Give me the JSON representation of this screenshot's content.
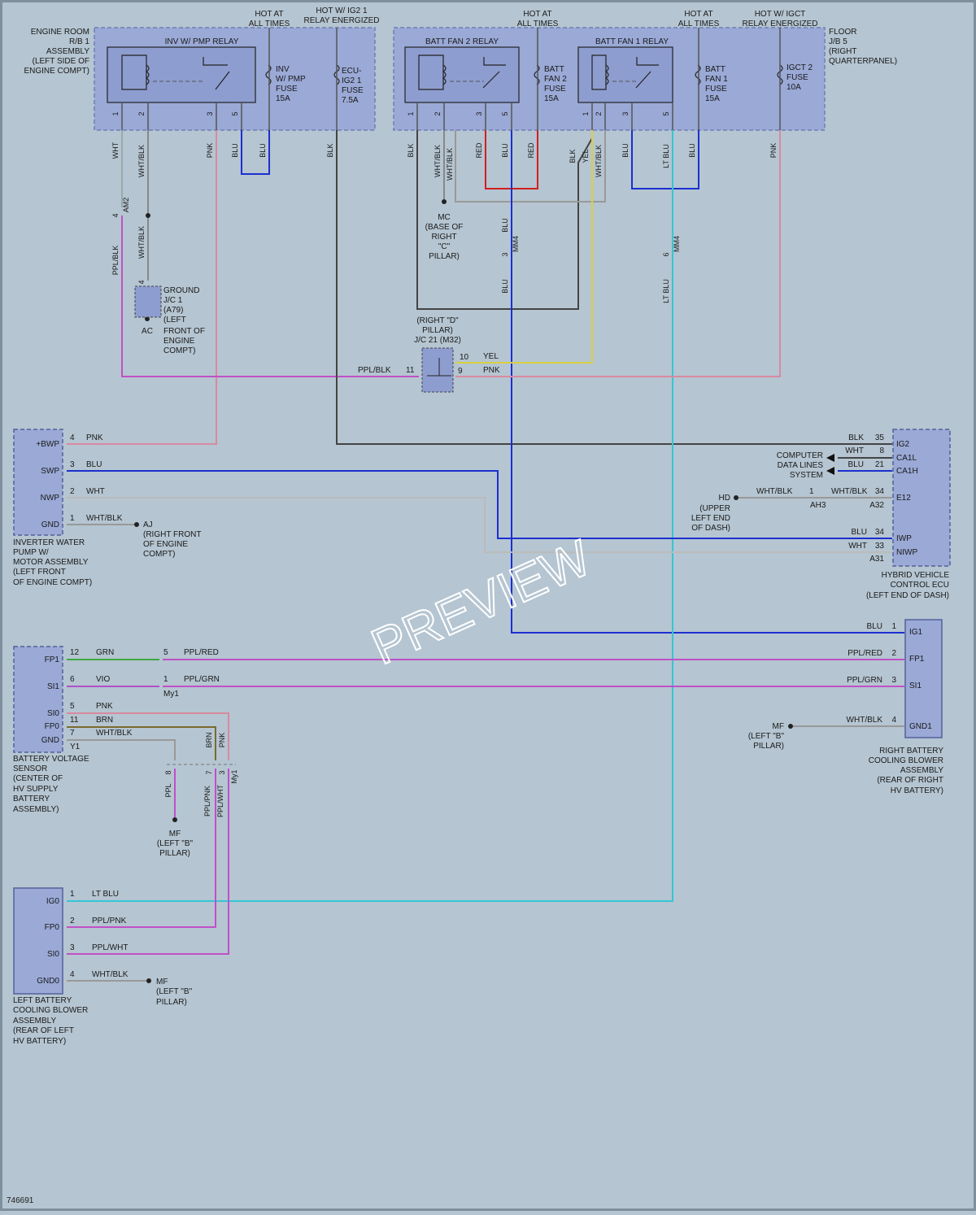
{
  "watermark": "PREVIEW",
  "figure_id": "746691",
  "labels": [
    [
      "ENGINE ROOM",
      110,
      42,
      "end"
    ],
    [
      "R/B 1",
      110,
      54,
      "end"
    ],
    [
      "ASSEMBLY",
      110,
      66,
      "end"
    ],
    [
      "(LEFT SIDE OF",
      110,
      78,
      "end"
    ],
    [
      "ENGINE COMPT)",
      110,
      90,
      "end"
    ],
    [
      "HOT AT",
      331,
      20,
      "middle"
    ],
    [
      "ALL TIMES",
      331,
      32,
      "middle"
    ],
    [
      "HOT W/ IG2 1",
      420,
      16,
      "middle"
    ],
    [
      "RELAY ENERGIZED",
      420,
      28,
      "middle"
    ],
    [
      "HOT AT",
      661,
      20,
      "middle"
    ],
    [
      "ALL TIMES",
      661,
      32,
      "middle"
    ],
    [
      "HOT AT",
      859,
      20,
      "middle"
    ],
    [
      "ALL TIMES",
      859,
      32,
      "middle"
    ],
    [
      "HOT W/ IGCT",
      959,
      20,
      "middle"
    ],
    [
      "RELAY ENERGIZED",
      959,
      32,
      "middle"
    ],
    [
      "FLOOR",
      1019,
      42,
      "start"
    ],
    [
      "J/B 5",
      1019,
      54,
      "start"
    ],
    [
      "(RIGHT",
      1019,
      66,
      "start"
    ],
    [
      "QUARTERPANEL)",
      1019,
      78,
      "start"
    ],
    [
      "INV W/ PMP RELAY",
      248,
      54,
      "middle"
    ],
    [
      "BATT FAN 2 RELAY",
      568,
      54,
      "middle"
    ],
    [
      "BATT FAN 1 RELAY",
      777,
      54,
      "middle"
    ],
    [
      "INV",
      339,
      88,
      "start"
    ],
    [
      "W/ PMP",
      339,
      100,
      "start"
    ],
    [
      "FUSE",
      339,
      112,
      "start"
    ],
    [
      "15A",
      339,
      124,
      "start"
    ],
    [
      "ECU-",
      420,
      90,
      "start"
    ],
    [
      "IG2 1",
      420,
      102,
      "start"
    ],
    [
      "FUSE",
      420,
      114,
      "start"
    ],
    [
      "7.5A",
      420,
      126,
      "start"
    ],
    [
      "BATT",
      669,
      88,
      "start"
    ],
    [
      "FAN 2",
      669,
      100,
      "start"
    ],
    [
      "FUSE",
      669,
      112,
      "start"
    ],
    [
      "15A",
      669,
      124,
      "start"
    ],
    [
      "BATT",
      867,
      88,
      "start"
    ],
    [
      "FAN 1",
      867,
      100,
      "start"
    ],
    [
      "FUSE",
      867,
      112,
      "start"
    ],
    [
      "15A",
      867,
      124,
      "start"
    ],
    [
      "IGCT 2",
      967,
      86,
      "start"
    ],
    [
      "FUSE",
      967,
      98,
      "start"
    ],
    [
      "10A",
      967,
      110,
      "start"
    ],
    [
      "MC",
      546,
      270,
      "middle"
    ],
    [
      "(BASE OF",
      546,
      282,
      "middle"
    ],
    [
      "RIGHT",
      546,
      294,
      "middle"
    ],
    [
      "\"C\"",
      546,
      306,
      "middle"
    ],
    [
      "PILLAR)",
      546,
      318,
      "middle"
    ],
    [
      "GROUND",
      201,
      360,
      "start"
    ],
    [
      "J/C 1",
      201,
      372,
      "start"
    ],
    [
      "(A79)",
      201,
      384,
      "start"
    ],
    [
      "(LEFT",
      201,
      396,
      "start"
    ],
    [
      "FRONT OF",
      201,
      410,
      "start"
    ],
    [
      "ENGINE",
      201,
      422,
      "start"
    ],
    [
      "COMPT)",
      201,
      434,
      "start"
    ],
    [
      "AC",
      181,
      410,
      "middle"
    ],
    [
      "(RIGHT \"D\"",
      538,
      397,
      "middle"
    ],
    [
      "PILLAR)",
      538,
      409,
      "middle"
    ],
    [
      "J/C 21 (M32)",
      538,
      421,
      "middle"
    ],
    [
      "YEL",
      594,
      441,
      "start"
    ],
    [
      "PNK",
      594,
      458,
      "start"
    ],
    [
      "PPL/BLK",
      440,
      458,
      "start"
    ],
    [
      "11",
      499,
      458,
      "start"
    ],
    [
      "10",
      565,
      442,
      "start"
    ],
    [
      "9",
      563,
      459,
      "start"
    ],
    [
      "+BWP",
      73,
      549,
      "end"
    ],
    [
      "SWP",
      73,
      582,
      "end"
    ],
    [
      "NWP",
      73,
      615,
      "end"
    ],
    [
      "GND",
      73,
      648,
      "end"
    ],
    [
      "4",
      86,
      541,
      "start"
    ],
    [
      "PNK",
      106,
      541,
      "start"
    ],
    [
      "3",
      86,
      574,
      "start"
    ],
    [
      "BLU",
      106,
      574,
      "start"
    ],
    [
      "2",
      86,
      607,
      "start"
    ],
    [
      "WHT",
      106,
      607,
      "start"
    ],
    [
      "1",
      86,
      640,
      "start"
    ],
    [
      "WHT/BLK",
      106,
      640,
      "start"
    ],
    [
      "AJ",
      176,
      648,
      "start"
    ],
    [
      "(RIGHT FRONT",
      176,
      660,
      "start"
    ],
    [
      "OF ENGINE",
      176,
      672,
      "start"
    ],
    [
      "COMPT)",
      176,
      684,
      "start"
    ],
    [
      "INVERTER WATER",
      16,
      670,
      "start"
    ],
    [
      "PUMP W/",
      16,
      682,
      "start"
    ],
    [
      "MOTOR ASSEMBLY",
      16,
      694,
      "start"
    ],
    [
      "(LEFT FRONT",
      16,
      706,
      "start"
    ],
    [
      "OF ENGINE COMPT)",
      16,
      719,
      "start"
    ],
    [
      "BLK",
      1062,
      541,
      "end"
    ],
    [
      "35",
      1087,
      541,
      "end"
    ],
    [
      "WHT",
      1062,
      557,
      "end"
    ],
    [
      "8",
      1087,
      557,
      "end"
    ],
    [
      "BLU",
      1062,
      574,
      "end"
    ],
    [
      "21",
      1087,
      574,
      "end"
    ],
    [
      "IG2",
      1102,
      549,
      "start"
    ],
    [
      "CA1L",
      1102,
      566,
      "start"
    ],
    [
      "CA1H",
      1102,
      582,
      "start"
    ],
    [
      "E12",
      1102,
      615,
      "start"
    ],
    [
      "IWP",
      1102,
      665,
      "start"
    ],
    [
      "NIWP",
      1102,
      682,
      "start"
    ],
    [
      "COMPUTER",
      1012,
      563,
      "end"
    ],
    [
      "DATA LINES",
      1012,
      575,
      "end"
    ],
    [
      "SYSTEM",
      1012,
      587,
      "end"
    ],
    [
      "WHT/BLK",
      930,
      607,
      "start"
    ],
    [
      "1",
      995,
      607,
      "start"
    ],
    [
      "AH3",
      996,
      624,
      "start"
    ],
    [
      "WHT/BLK",
      1022,
      607,
      "start"
    ],
    [
      "34",
      1087,
      607,
      "end"
    ],
    [
      "A32",
      1087,
      624,
      "end"
    ],
    [
      "HD",
      898,
      615,
      "end"
    ],
    [
      "(UPPER",
      898,
      628,
      "end"
    ],
    [
      "LEFT END",
      898,
      640,
      "end"
    ],
    [
      "OF DASH)",
      898,
      652,
      "end"
    ],
    [
      "BLU",
      1066,
      657,
      "end"
    ],
    [
      "34",
      1087,
      657,
      "end"
    ],
    [
      "WHT",
      1066,
      674,
      "end"
    ],
    [
      "33",
      1087,
      674,
      "end"
    ],
    [
      "A31",
      1087,
      690,
      "end"
    ],
    [
      "HYBRID VEHICLE",
      1167,
      710,
      "end"
    ],
    [
      "CONTROL ECU",
      1167,
      722,
      "end"
    ],
    [
      "(LEFT END OF DASH)",
      1167,
      735,
      "end"
    ],
    [
      "BLU",
      1085,
      773,
      "end"
    ],
    [
      "1",
      1102,
      773,
      "end"
    ],
    [
      "IG1",
      1118,
      780,
      "start"
    ],
    [
      "PPL/RED",
      1085,
      806,
      "end"
    ],
    [
      "2",
      1102,
      806,
      "end"
    ],
    [
      "FP1",
      1118,
      813,
      "start"
    ],
    [
      "PPL/GRN",
      1085,
      839,
      "end"
    ],
    [
      "3",
      1102,
      839,
      "end"
    ],
    [
      "SI1",
      1118,
      846,
      "start"
    ],
    [
      "WHT/BLK",
      1085,
      888,
      "end"
    ],
    [
      "4",
      1102,
      888,
      "end"
    ],
    [
      "GND1",
      1118,
      896,
      "start"
    ],
    [
      "MF",
      964,
      896,
      "end"
    ],
    [
      "(LEFT \"B\"",
      964,
      908,
      "end"
    ],
    [
      "PILLAR)",
      964,
      920,
      "end"
    ],
    [
      "RIGHT BATTERY",
      1160,
      926,
      "end"
    ],
    [
      "COOLING BLOWER",
      1160,
      938,
      "end"
    ],
    [
      "ASSEMBLY",
      1160,
      950,
      "end"
    ],
    [
      "(REAR OF RIGHT",
      1160,
      962,
      "end"
    ],
    [
      "HV BATTERY)",
      1160,
      975,
      "end"
    ],
    [
      "FP1",
      73,
      814,
      "end"
    ],
    [
      "SI1",
      73,
      847,
      "end"
    ],
    [
      "SI0",
      73,
      880,
      "end"
    ],
    [
      "FP0",
      73,
      896,
      "end"
    ],
    [
      "GND",
      73,
      913,
      "end"
    ],
    [
      "Y1",
      86,
      921,
      "start"
    ],
    [
      "12",
      86,
      805,
      "start"
    ],
    [
      "GRN",
      118,
      805,
      "start"
    ],
    [
      "5",
      201,
      805,
      "start"
    ],
    [
      "PPL/RED",
      226,
      805,
      "start"
    ],
    [
      "6",
      86,
      838,
      "start"
    ],
    [
      "VIO",
      118,
      838,
      "start"
    ],
    [
      "1",
      201,
      838,
      "start"
    ],
    [
      "PPL/GRN",
      226,
      838,
      "start"
    ],
    [
      "My1",
      201,
      856,
      "start"
    ],
    [
      "5",
      86,
      871,
      "start"
    ],
    [
      "PNK",
      118,
      871,
      "start"
    ],
    [
      "11",
      86,
      888,
      "start"
    ],
    [
      "BRN",
      118,
      888,
      "start"
    ],
    [
      "7",
      86,
      904,
      "start"
    ],
    [
      "WHT/BLK",
      118,
      904,
      "start"
    ],
    [
      "BATTERY VOLTAGE",
      16,
      936,
      "start"
    ],
    [
      "SENSOR",
      16,
      948,
      "start"
    ],
    [
      "(CENTER OF",
      16,
      960,
      "start"
    ],
    [
      "HV SUPPLY",
      16,
      973,
      "start"
    ],
    [
      "BATTERY",
      16,
      985,
      "start"
    ],
    [
      "ASSEMBLY)",
      16,
      998,
      "start"
    ],
    [
      "MF",
      215,
      1028,
      "middle"
    ],
    [
      "(LEFT \"B\"",
      215,
      1040,
      "middle"
    ],
    [
      "PILLAR)",
      215,
      1052,
      "middle"
    ],
    [
      "IG0",
      73,
      1111,
      "end"
    ],
    [
      "FP0",
      73,
      1143,
      "end"
    ],
    [
      "SI0",
      73,
      1176,
      "end"
    ],
    [
      "GND0",
      73,
      1209,
      "end"
    ],
    [
      "1",
      86,
      1102,
      "start"
    ],
    [
      "LT BLU",
      113,
      1102,
      "start"
    ],
    [
      "2",
      86,
      1135,
      "start"
    ],
    [
      "PPL/PNK",
      113,
      1135,
      "start"
    ],
    [
      "3",
      86,
      1168,
      "start"
    ],
    [
      "PPL/WHT",
      113,
      1168,
      "start"
    ],
    [
      "4",
      86,
      1201,
      "start"
    ],
    [
      "WHT/BLK",
      113,
      1201,
      "start"
    ],
    [
      "MF",
      192,
      1210,
      "start"
    ],
    [
      "(LEFT \"B\"",
      192,
      1222,
      "start"
    ],
    [
      "PILLAR)",
      192,
      1235,
      "start"
    ],
    [
      "LEFT BATTERY",
      16,
      1233,
      "start"
    ],
    [
      "COOLING BLOWER",
      16,
      1245,
      "start"
    ],
    [
      "ASSEMBLY",
      16,
      1258,
      "start"
    ],
    [
      "(REAR OF LEFT",
      16,
      1270,
      "start"
    ],
    [
      "HV BATTERY)",
      16,
      1283,
      "start"
    ],
    [
      "746691",
      8,
      1479,
      "start"
    ]
  ],
  "vlabels": [
    [
      "WHT",
      145,
      185
    ],
    [
      "WHT/BLK",
      177,
      198
    ],
    [
      "PNK",
      261,
      185
    ],
    [
      "BLU",
      292,
      185
    ],
    [
      "BLU",
      326,
      185
    ],
    [
      "BLK",
      409,
      185
    ],
    [
      "BLK",
      508,
      185
    ],
    [
      "WHT/BLK",
      541,
      198
    ],
    [
      "WHT/BLK",
      556,
      202
    ],
    [
      "RED",
      592,
      185
    ],
    [
      "BLU",
      624,
      185
    ],
    [
      "RED",
      656,
      185
    ],
    [
      "BLK",
      707,
      192
    ],
    [
      "YEL",
      723,
      192
    ],
    [
      "WHT/BLK",
      739,
      198
    ],
    [
      "BLU",
      772,
      185
    ],
    [
      "LT BLU",
      822,
      192
    ],
    [
      "BLU",
      854,
      185
    ],
    [
      "PNK",
      954,
      185
    ],
    [
      "PPL/BLK",
      145,
      320
    ],
    [
      "WHT/BLK",
      177,
      298
    ],
    [
      "4",
      145,
      265
    ],
    [
      "AM2",
      158,
      252
    ],
    [
      "BLU",
      624,
      277
    ],
    [
      "3",
      624,
      313
    ],
    [
      "MM4",
      637,
      300
    ],
    [
      "BLU",
      624,
      352
    ],
    [
      "6",
      822,
      313
    ],
    [
      "MM4",
      835,
      300
    ],
    [
      "LT BLU",
      822,
      358
    ],
    [
      "4",
      177,
      347
    ],
    [
      "BRN",
      260,
      910
    ],
    [
      "PNK",
      276,
      910
    ],
    [
      "8",
      210,
      950
    ],
    [
      "7",
      260,
      950
    ],
    [
      "3",
      276,
      950
    ],
    [
      "My1",
      291,
      955
    ],
    [
      "PPL",
      210,
      972
    ],
    [
      "PPL/PNK",
      258,
      985
    ],
    [
      "PPL/WHT",
      274,
      985
    ]
  ],
  "pins_top": [
    [
      "1",
      145,
      140
    ],
    [
      "2",
      177,
      140
    ],
    [
      "3",
      261,
      140
    ],
    [
      "5",
      292,
      140
    ],
    [
      "1",
      508,
      140
    ],
    [
      "2",
      541,
      140
    ],
    [
      "3",
      592,
      140
    ],
    [
      "5",
      624,
      140
    ],
    [
      "1",
      723,
      140
    ],
    [
      "2",
      739,
      140
    ],
    [
      "3",
      772,
      140
    ],
    [
      "5",
      822,
      140
    ]
  ]
}
